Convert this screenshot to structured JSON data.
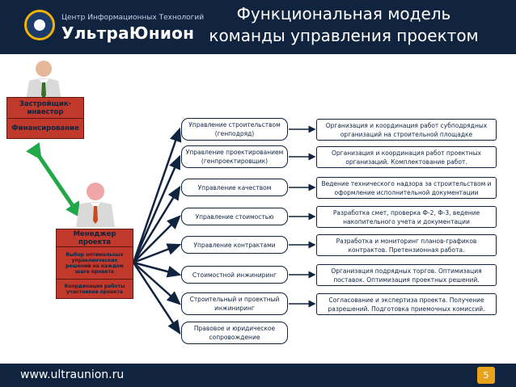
{
  "header": {
    "logo_subtitle": "Центр Информационных Технологий",
    "logo_name": "УльтраЮнион",
    "title_line1": "Функциональная модель",
    "title_line2": "команды управления проектом"
  },
  "investor": {
    "name": "Застройщик-инвестор",
    "role": "Финансирование"
  },
  "manager": {
    "name": "Менеджер проекта",
    "task1": "Выбор оптимальных управленческих решений на каждом шаге проекта",
    "task2": "Координация работы участников проекта"
  },
  "functions": [
    "Управление строительством (генподряд)",
    "Управление проектированием (генпроектировщик)",
    "Управление качеством",
    "Управление стоимостью",
    "Управление контрактами",
    "Стоимостной инжиниринг",
    "Строительный и проектный инжиниринг",
    "Правовое и юридическое сопровождение"
  ],
  "results": [
    "Организация и координация работ субподрядных организаций на строительной площадке",
    "Организация и координация работ проектных организаций. Комплектование работ.",
    "Ведение технического надзора за строительством и оформление исполнительной документации",
    "Разработка смет, проверка Ф-2, Ф-3, ведение накопительного учета и документации",
    "Разработка и мониторинг планов-графиков контрактов. Претензионная работа.",
    "Организация подрядных торгов. Оптимизация поставок. Оптимизация проектных решений.",
    "Согласование и экспертиза проекта. Получение разрешений. Подготовка приемочных комиссий."
  ],
  "footer": {
    "url": "www.ultraunion.ru",
    "page_number": "5"
  },
  "colors": {
    "navy": "#10233f",
    "accent_orange": "#e8a21b",
    "role_red": "#c0392b",
    "arrow_green": "#22a84a"
  }
}
